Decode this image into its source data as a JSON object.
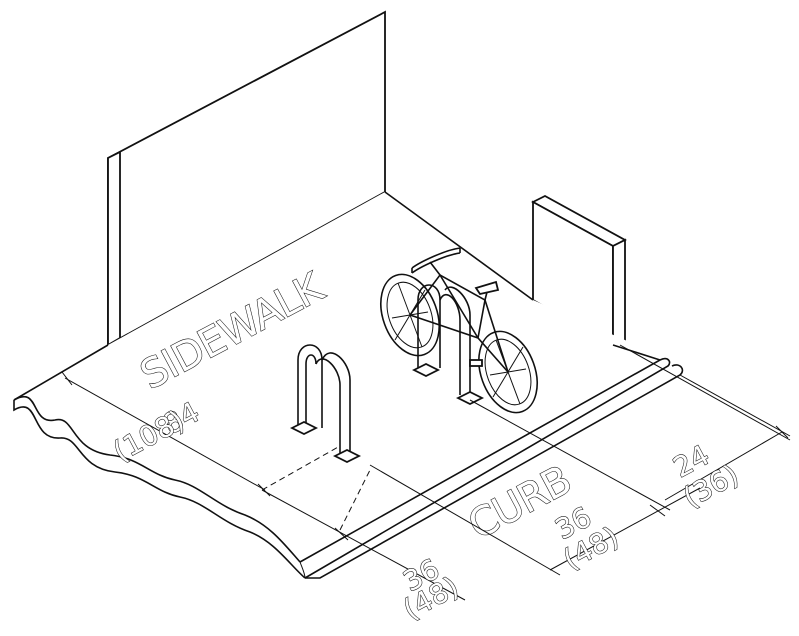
{
  "labels": {
    "sidewalk": "SIDEWALK",
    "curb": "CURB"
  },
  "dimensions": {
    "left_depth": {
      "value": "84",
      "alt": "(108)"
    },
    "rack_spacing": {
      "value": "36",
      "alt": "(48)"
    },
    "curb_spacing": {
      "value": "36",
      "alt": "(48)"
    },
    "curb_offset": {
      "value": "24",
      "alt": "(36)"
    }
  }
}
